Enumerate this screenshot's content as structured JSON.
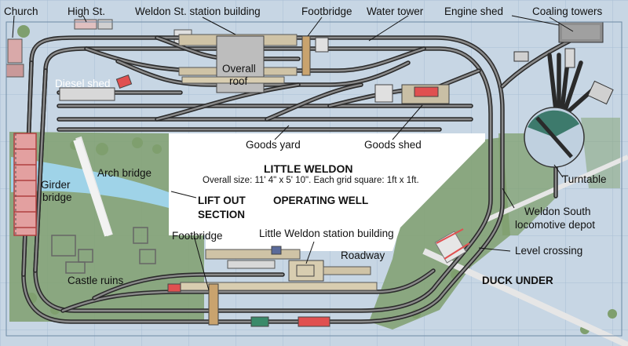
{
  "title": "LITTLE WELDON",
  "subtitle": "Overall size: 11' 4\" x 5' 10\". Each grid square: 1ft x 1ft.",
  "labels": {
    "church": "Church",
    "high_st": "High St.",
    "weldon_st_station": "Weldon St. station building",
    "footbridge_top": "Footbridge",
    "water_tower": "Water tower",
    "engine_shed": "Engine shed",
    "coaling_towers": "Coaling towers",
    "overall_roof_1": "Overall",
    "overall_roof_2": "roof",
    "diesel_shed": "Diesel shed",
    "goods_yard": "Goods yard",
    "goods_shed": "Goods shed",
    "arch_bridge": "Arch bridge",
    "girder_bridge_1": "Girder",
    "girder_bridge_2": "bridge",
    "lift_out_1": "LIFT OUT",
    "lift_out_2": "SECTION",
    "operating_well": "OPERATING WELL",
    "turntable": "Turntable",
    "depot_1": "Weldon South",
    "depot_2": "locomotive depot",
    "footbridge_bottom": "Footbridge",
    "little_weldon_station": "Little Weldon station building",
    "roadway": "Roadway",
    "level_crossing": "Level crossing",
    "castle_ruins": "Castle ruins",
    "duck_under": "DUCK UNDER"
  },
  "colors": {
    "board": "#c7d6e4",
    "grid": "#9fb8cf",
    "track_sleeper": "#2a2a2a",
    "track_rail": "#8a8a8a",
    "well": "#ffffff",
    "scenery": "#7a9a6a",
    "water": "#a8d8ea",
    "girder_bridge": "#e07a7a",
    "platform": "#c9bfa5",
    "turntable": "#3a7a6a"
  }
}
